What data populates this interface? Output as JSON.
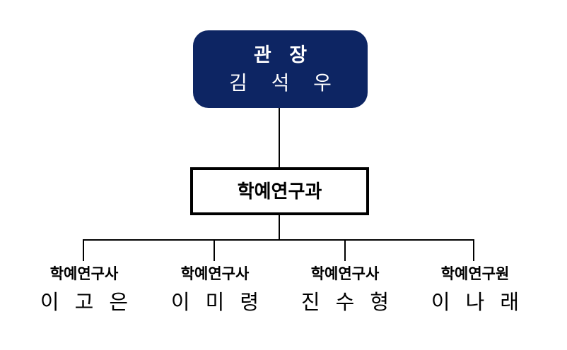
{
  "org_chart": {
    "director": {
      "title": "관 장",
      "name": "김 석 우"
    },
    "department": {
      "label": "학예연구과"
    },
    "members": [
      {
        "title": "학예연구사",
        "name": "이 고 은"
      },
      {
        "title": "학예연구사",
        "name": "이 미 령"
      },
      {
        "title": "학예연구사",
        "name": "진 수 형"
      },
      {
        "title": "학예연구원",
        "name": "이 나 래"
      }
    ],
    "colors": {
      "background": "#ffffff",
      "director_box_bg": "#0d2563",
      "director_text": "#ffffff",
      "connector_line": "#000000"
    }
  }
}
